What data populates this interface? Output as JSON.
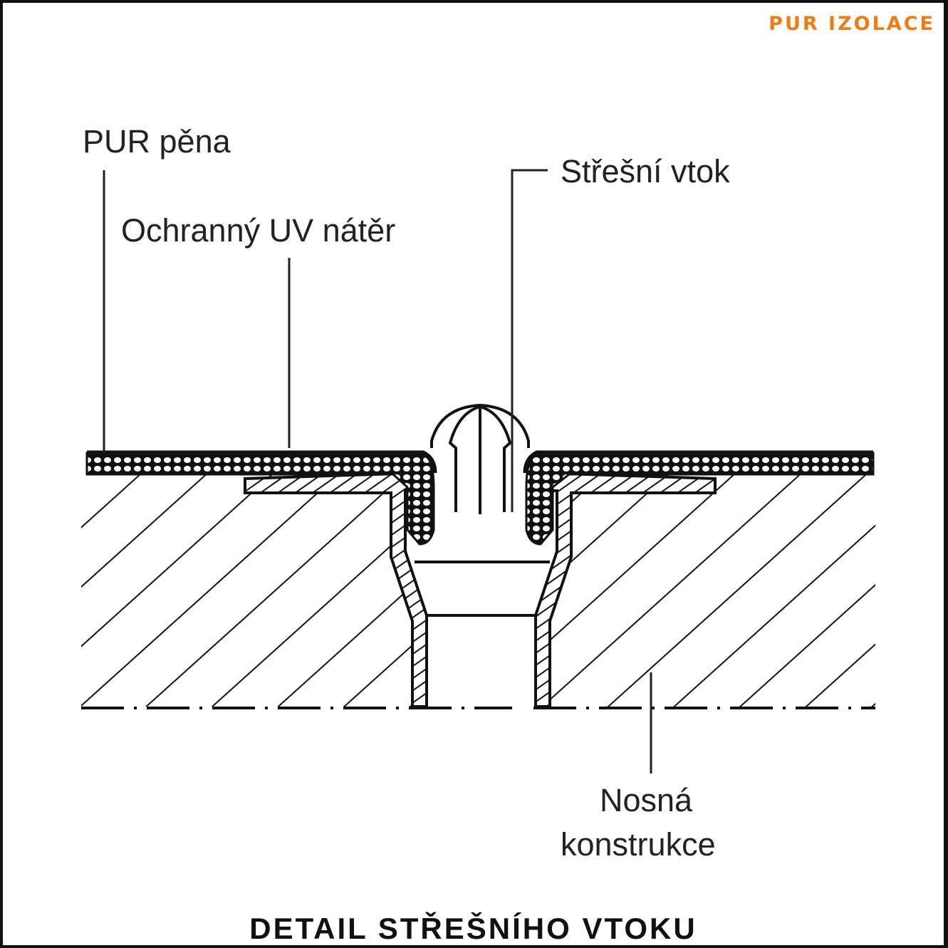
{
  "brand": "PUR IZOLACE",
  "brand_color": "#f07a14",
  "labels": {
    "pur_foam": "PUR pěna",
    "uv_coating": "Ochranný UV nátěr",
    "roof_drain": "Střešní vtok",
    "structure_line1": "Nosná",
    "structure_line2": "konstrukce"
  },
  "title": "DETAIL STŘEŠNÍHO VTOKU"
}
